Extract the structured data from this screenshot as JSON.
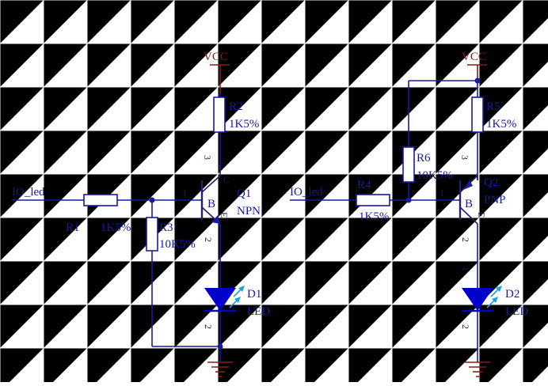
{
  "nets": {
    "left_input": "IO_led",
    "right_input": "IO_led",
    "power_left": "VCC",
    "power_right": "VCC"
  },
  "npn": {
    "r1_ref": "R1",
    "r1_val": "1K5%",
    "r3_ref": "R3",
    "r3_val": "10K5%",
    "r2_ref": "R2",
    "r2_val": "1K5%",
    "q_ref": "Q1",
    "q_type": "NPN",
    "base": "B",
    "d_ref": "D1",
    "d_type": "LED",
    "pins": {
      "base": "1",
      "collector": "3",
      "emitter": "2",
      "emitter_mark": "E",
      "collector_mark": "C",
      "led_anode": "1",
      "led_cathode": "2"
    }
  },
  "pnp": {
    "r4_ref": "R4",
    "r4_val": "1K5%",
    "r6_ref": "R6",
    "r6_val": "10K5%",
    "r5_ref": "R5",
    "r5_val": "1K5%",
    "q_ref": "Q2",
    "q_type": "PNP",
    "base": "B",
    "d_ref": "D2",
    "d_type": "LED",
    "pins": {
      "base": "1",
      "collector": "3",
      "emitter": "2",
      "emitter_mark": "E",
      "led_anode": "1",
      "led_cathode": "2"
    }
  },
  "colors": {
    "wire": "#1a1aa0",
    "power": "#8b1a1a",
    "led_fill": "#0000cc",
    "led_arrow": "#19a3d6"
  }
}
